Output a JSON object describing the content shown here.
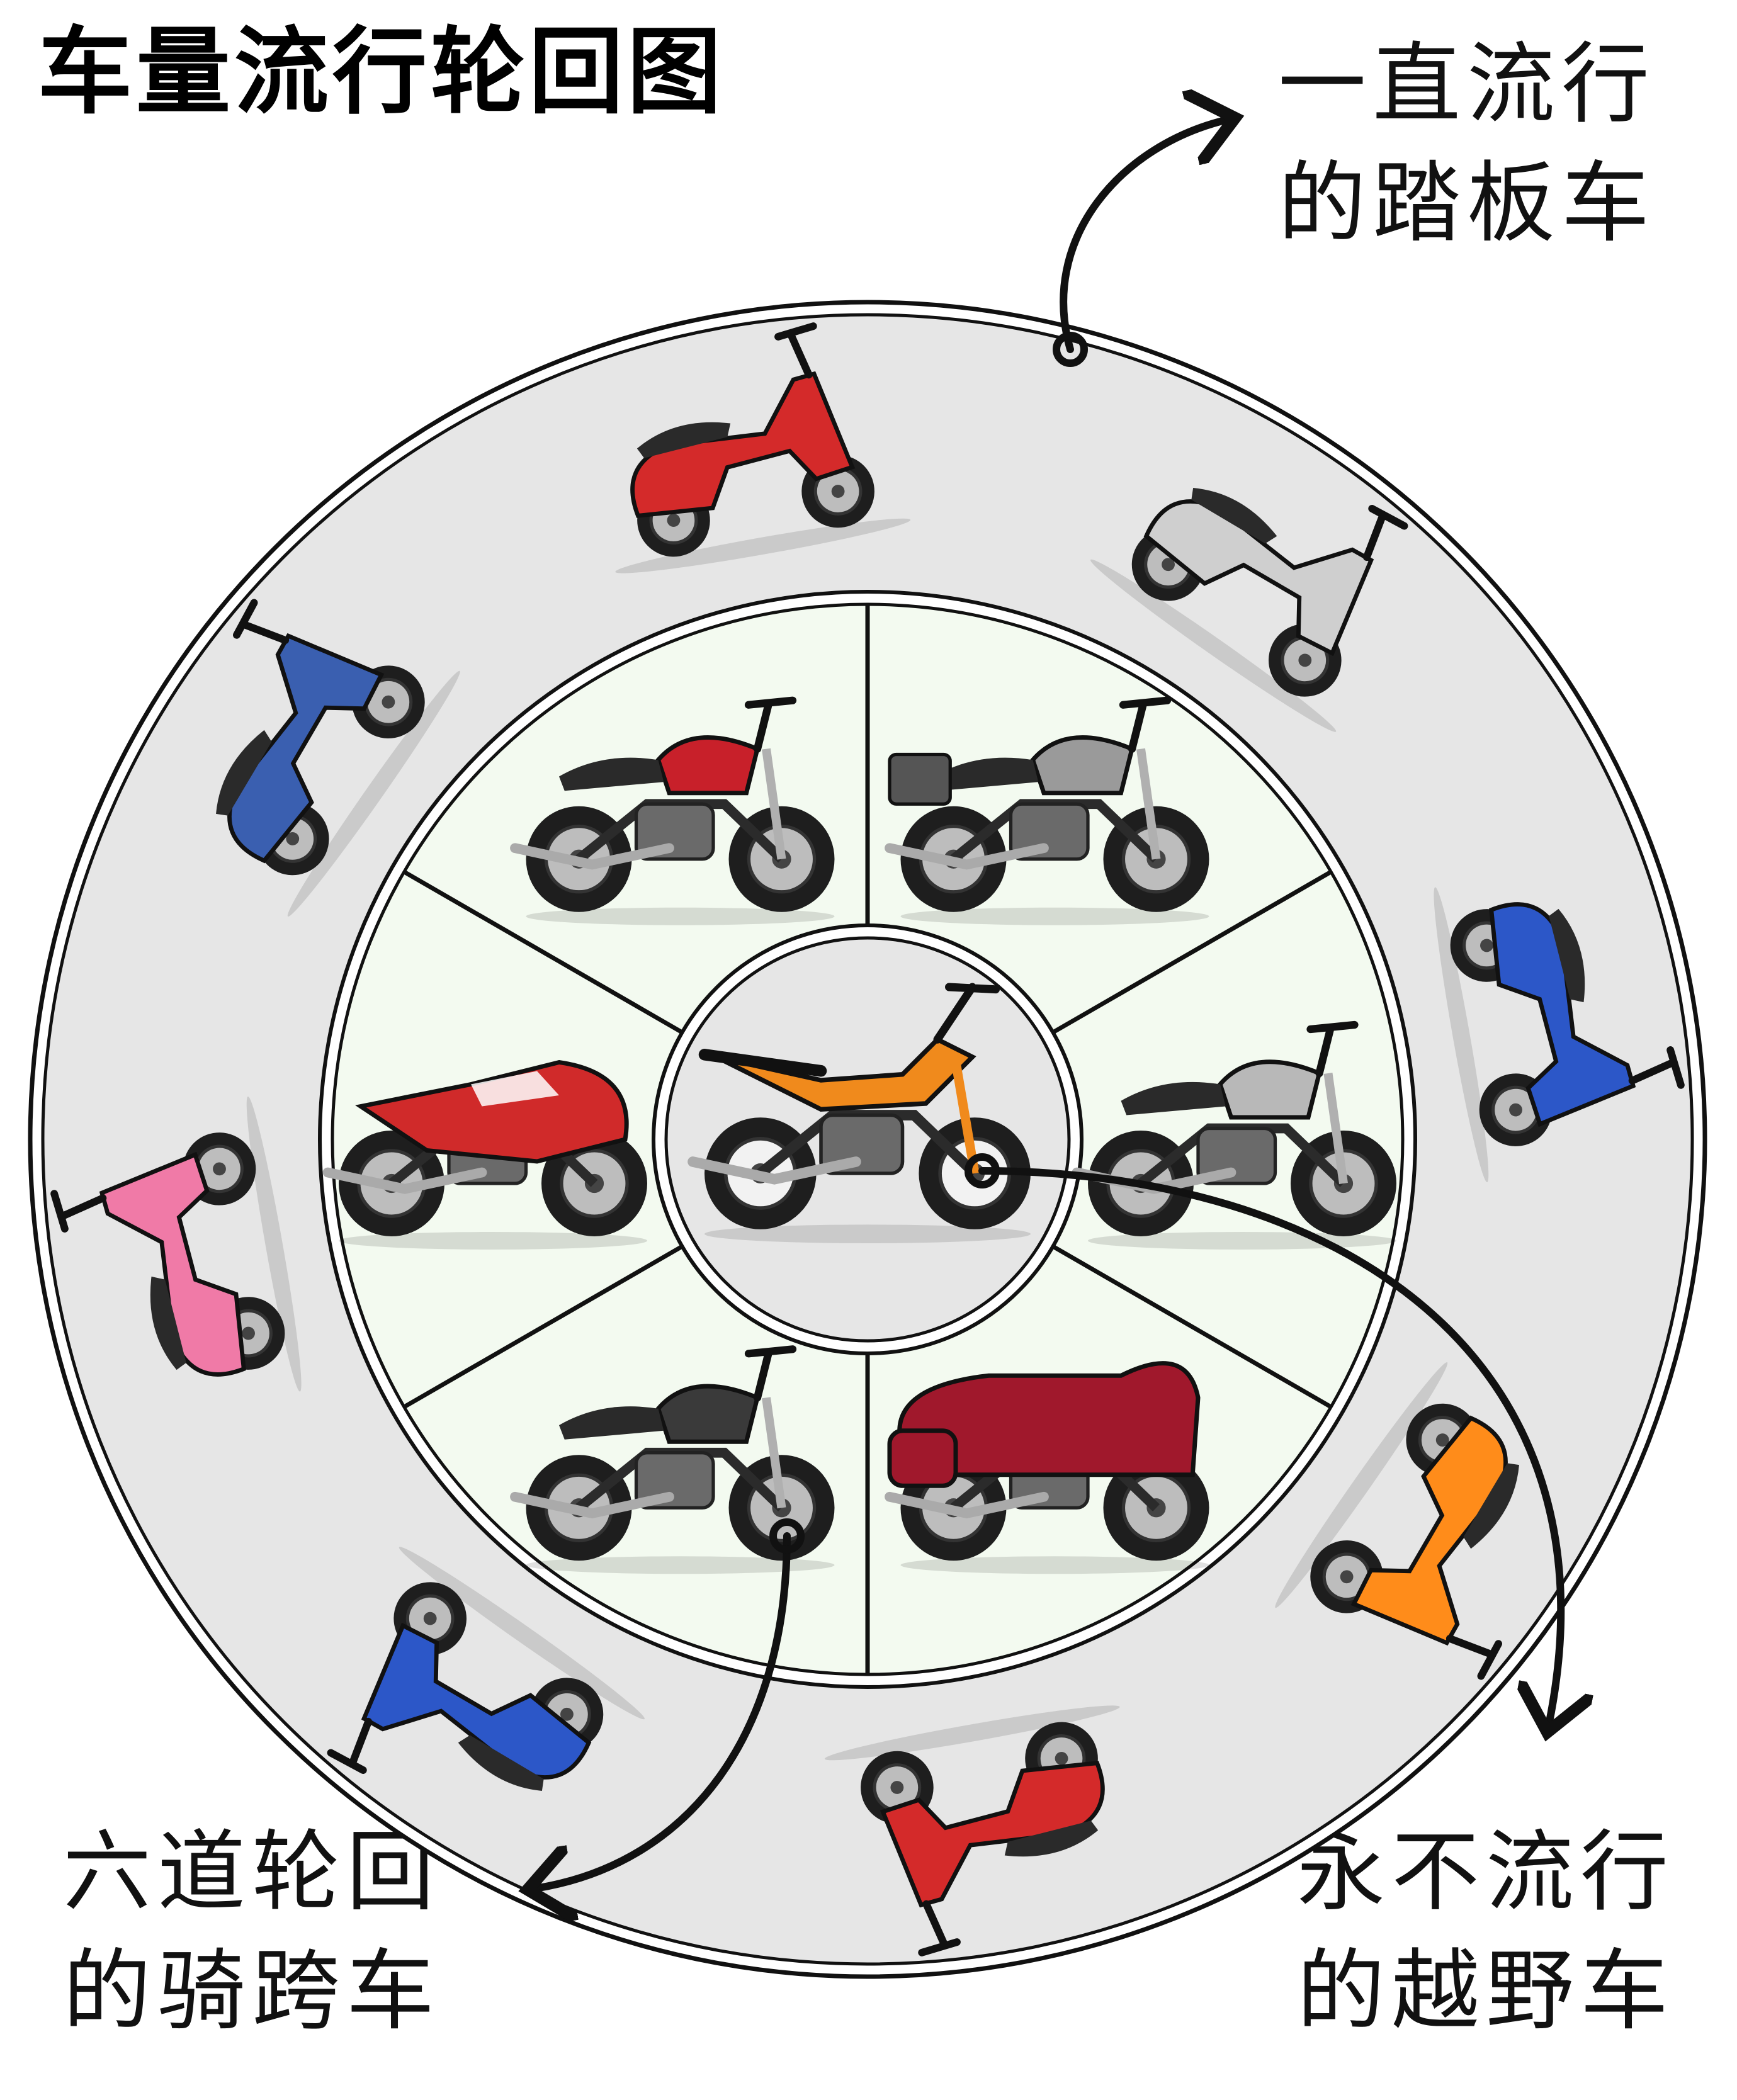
{
  "title": "车量流行轮回图",
  "annotations": {
    "scooter": [
      "一直流行",
      "的踏板车"
    ],
    "cruiser": [
      "六道轮回",
      "的骑跨车"
    ],
    "offroad": [
      "永不流行",
      "的越野车"
    ]
  },
  "colors": {
    "outer_ring": "#e6e6e6",
    "middle_ring": "#f3faf0",
    "center": "#e6e6e6",
    "stroke": "#111111",
    "accent_red": "#d42a2a",
    "accent_blue": "#2c57c8",
    "accent_pink": "#f07aa7",
    "accent_orange": "#f08a1c"
  },
  "rings": {
    "outer": {
      "label": "scooters",
      "items": [
        {
          "icon": "scooter-icon",
          "color": "#d42a2a"
        },
        {
          "icon": "scooter-icon",
          "color": "#cfcfcf"
        },
        {
          "icon": "scooter-icon",
          "color": "#2c57c8"
        },
        {
          "icon": "scooter-icon",
          "color": "#ff8c1a"
        },
        {
          "icon": "scooter-icon",
          "color": "#d42a2a"
        },
        {
          "icon": "scooter-icon",
          "color": "#2c57c8"
        },
        {
          "icon": "scooter-icon",
          "color": "#f07aa7"
        },
        {
          "icon": "scooter-icon",
          "color": "#3a5fb0"
        }
      ]
    },
    "middle": {
      "label": "street bikes",
      "items": [
        {
          "icon": "naked-bike-icon",
          "color": "#c8202a"
        },
        {
          "icon": "adventure-bike-icon",
          "color": "#9a9a9a"
        },
        {
          "icon": "retro-bike-icon",
          "color": "#b8b8b8"
        },
        {
          "icon": "touring-bike-icon",
          "color": "#a0182c"
        },
        {
          "icon": "cruiser-bike-icon",
          "color": "#3a3a3a"
        },
        {
          "icon": "sport-bike-icon",
          "color": "#d02a2a"
        }
      ]
    },
    "center": {
      "label": "dirt bike",
      "icon": "dirt-bike-icon",
      "color": "#f08a1c"
    }
  }
}
